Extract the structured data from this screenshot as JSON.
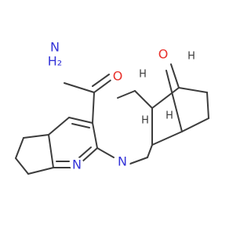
{
  "colors": {
    "bond": "#3c3c3c",
    "nitrogen": "#3434d8",
    "oxygen": "#e8302b",
    "background": "#ffffff"
  },
  "atoms": {
    "amide_n_label": "N",
    "amide_h2_label": "H₂",
    "carbonyl_o_label": "O",
    "pyridine_n_label": "N",
    "pyrrolidine_n_label": "N",
    "bridge_o_label": "O",
    "stereo_h_top_left": "H",
    "stereo_h_top_right": "H",
    "stereo_h_bottom_left": "H",
    "stereo_h_bottom_right": "H"
  }
}
